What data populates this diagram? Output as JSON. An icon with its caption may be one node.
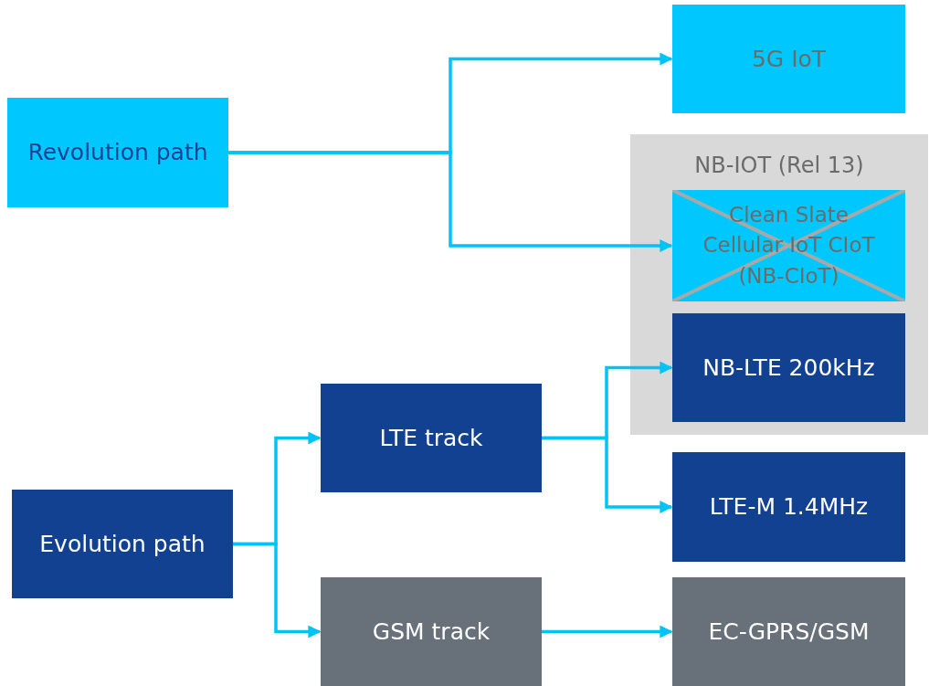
{
  "diagram": {
    "nodes": [
      {
        "text": [
          "Revolution path"
        ]
      },
      {
        "text": [
          "5G IoT"
        ]
      },
      {
        "text": [
          "NB-IOT (Rel 13)"
        ]
      },
      {
        "text": [
          "Clean Slate Cellular IoT CIoT (NB-CIoT)"
        ],
        "in": 2
      },
      {
        "text": [
          "NB-LTE 200kHz"
        ],
        "in": 2
      },
      {
        "text": [
          "Evolution path"
        ]
      },
      {
        "text": [
          "LTE track"
        ]
      },
      {
        "text": [
          "GSM track"
        ]
      },
      {
        "text": [
          "LTE-M 1.4MHz"
        ]
      },
      {
        "text": [
          "EC-GPRS/GSM"
        ]
      }
    ],
    "edges": [
      {
        "from": 0,
        "to": 1,
        "arrow": "to"
      },
      {
        "from": 0,
        "to": 3,
        "arrow": "to"
      },
      {
        "from": 5,
        "to": 6,
        "arrow": "to"
      },
      {
        "from": 5,
        "to": 7,
        "arrow": "to"
      },
      {
        "from": 6,
        "to": 4,
        "arrow": "to"
      },
      {
        "from": 6,
        "to": 8,
        "arrow": "to"
      },
      {
        "from": 7,
        "to": 9,
        "arrow": "to"
      }
    ]
  }
}
